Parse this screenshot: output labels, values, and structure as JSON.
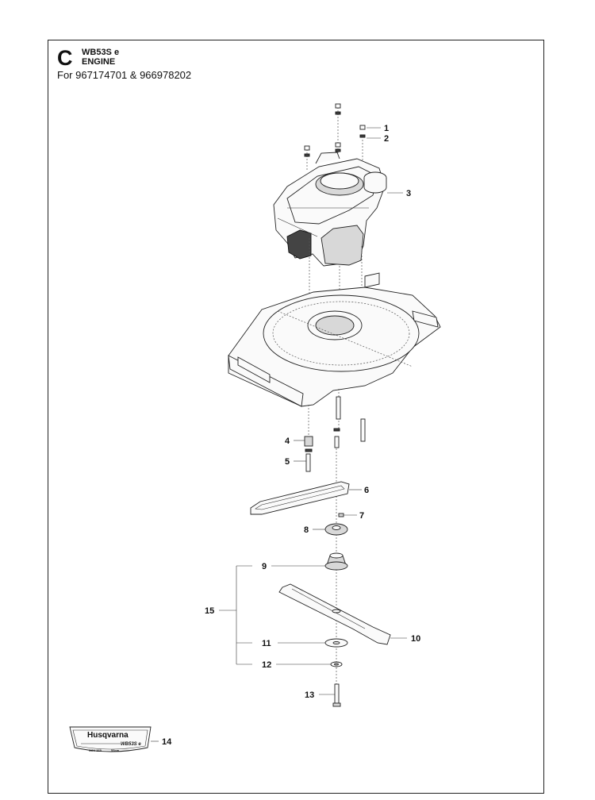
{
  "header": {
    "section_letter": "C",
    "model": "WB53S e",
    "title": "ENGINE",
    "subtitle": "For 967174701 & 966978202"
  },
  "callouts": [
    "1",
    "2",
    "3",
    "4",
    "5",
    "6",
    "7",
    "8",
    "9",
    "10",
    "11",
    "12",
    "13",
    "14",
    "15"
  ],
  "decal": {
    "brand": "Husqvarna",
    "model": "WB53S e",
    "small_left": "SCV 160",
    "small_right": "53cm"
  }
}
